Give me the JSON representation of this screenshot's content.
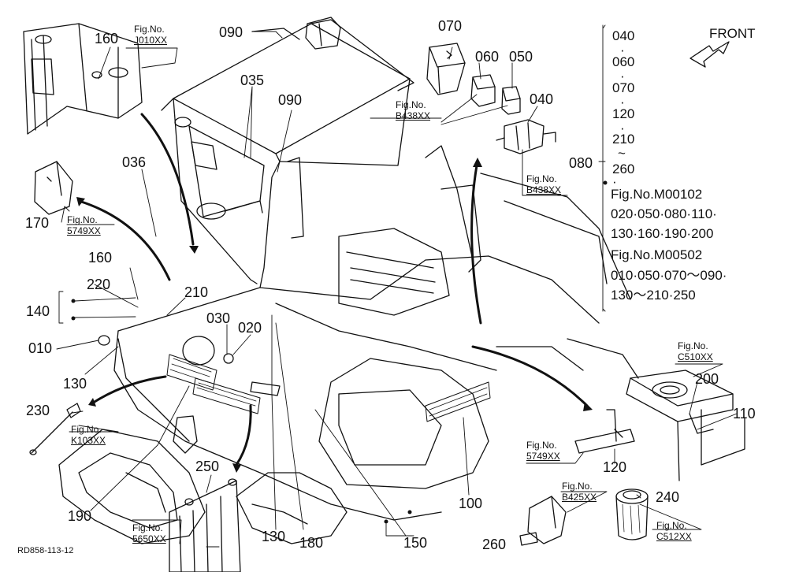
{
  "diagram": {
    "drawing_id": "RD858-113-12",
    "front_label": "FRONT",
    "fig_prefix": "Fig.No.",
    "fig_refs": [
      {
        "id": "j010",
        "code": "J010XX"
      },
      {
        "id": "b438a",
        "code": "B438XX"
      },
      {
        "id": "b438b",
        "code": "B438XX"
      },
      {
        "id": "5749a",
        "code": "5749XX"
      },
      {
        "id": "5749b",
        "code": "5749XX"
      },
      {
        "id": "k103",
        "code": "K103XX"
      },
      {
        "id": "5650",
        "code": "5650XX"
      },
      {
        "id": "c510",
        "code": "C510XX"
      },
      {
        "id": "b425",
        "code": "B425XX"
      },
      {
        "id": "c512",
        "code": "C512XX"
      }
    ],
    "callouts": [
      "160",
      "090",
      "035",
      "036",
      "170",
      "160",
      "220",
      "140",
      "210",
      "010",
      "030",
      "020",
      "130",
      "090",
      "070",
      "060",
      "050",
      "040",
      "080",
      "230",
      "250",
      "190",
      "130",
      "180",
      "150",
      "100",
      "120",
      "200",
      "110",
      "240",
      "260"
    ],
    "side_list": {
      "lines": [
        "040",
        "·",
        "060",
        "·",
        "070",
        "·",
        "120",
        "·",
        "210",
        "~",
        "260",
        "·"
      ],
      "fig_m00102": "Fig.No.M00102",
      "m00102_items": [
        "020·050·080·110·",
        "130·160·190·200"
      ],
      "fig_m00502": "Fig.No.M00502",
      "m00502_items": [
        "010·050·070～090·",
        "130～210·250"
      ]
    }
  }
}
